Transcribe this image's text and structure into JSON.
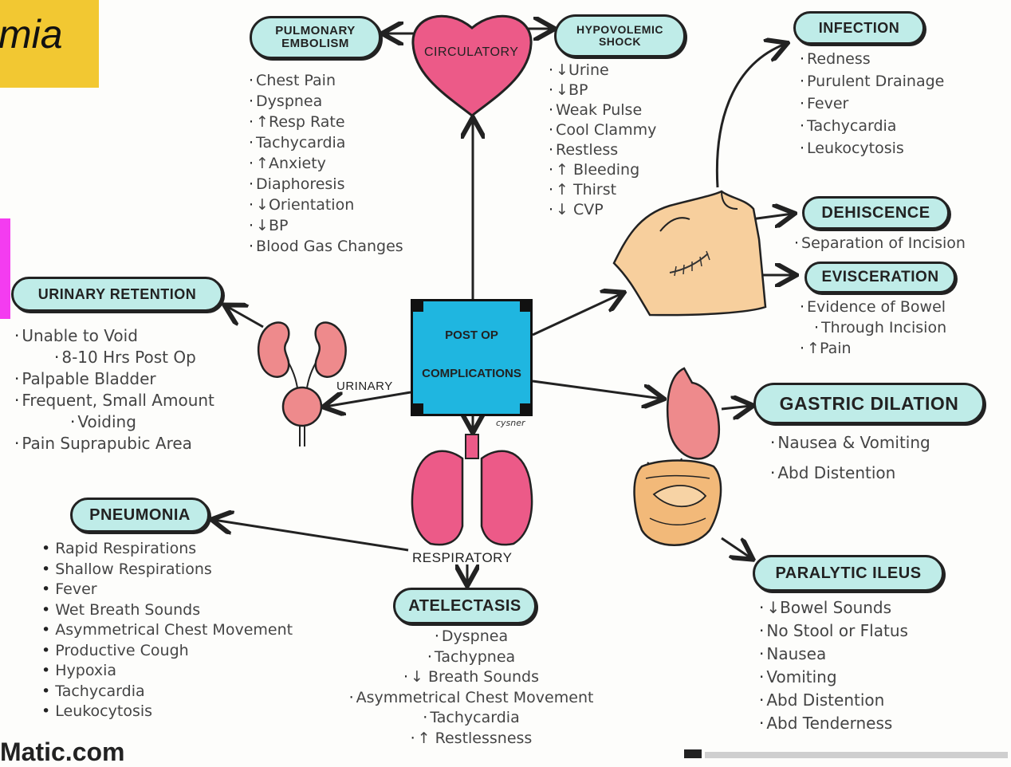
{
  "corner_title": "mia",
  "center": {
    "line1": "POST OP",
    "line2": "COMPLICATIONS",
    "signature": "cysner"
  },
  "circulatory": {
    "label": "CIRCULATORY",
    "pulmonary_embolism": {
      "title_line1": "PULMONARY",
      "title_line2": "EMBOLISM",
      "signs": [
        "Chest Pain",
        "Dyspnea",
        "↑Resp Rate",
        "Tachycardia",
        "↑Anxiety",
        "Diaphoresis",
        "↓Orientation",
        "↓BP",
        "Blood Gas Changes"
      ]
    },
    "hypovolemic_shock": {
      "title_line1": "HYPOVOLEMIC",
      "title_line2": "SHOCK",
      "signs": [
        "↓Urine",
        "↓BP",
        "Weak Pulse",
        "Cool Clammy",
        "Restless",
        "↑ Bleeding",
        "↑ Thirst",
        "↓ CVP"
      ]
    }
  },
  "infection": {
    "title": "INFECTION",
    "signs": [
      "Redness",
      "Purulent Drainage",
      "Fever",
      "Tachycardia",
      "Leukocytosis"
    ]
  },
  "dehiscence": {
    "title": "DEHISCENCE",
    "signs": [
      "Separation of Incision"
    ]
  },
  "evisceration": {
    "title": "EVISCERATION",
    "signs": [
      "Evidence of Bowel",
      "Through Incision",
      "↑Pain"
    ]
  },
  "urinary": {
    "label": "URINARY",
    "title": "URINARY RETENTION",
    "signs": [
      "Unable to Void",
      "8-10 Hrs Post Op",
      "Palpable Bladder",
      "Frequent, Small Amount",
      "Voiding",
      "Pain Suprapubic Area"
    ]
  },
  "gastric_dilation": {
    "title": "GASTRIC DILATION",
    "signs": [
      "Nausea & Vomiting",
      "Abd Distention"
    ]
  },
  "paralytic_ileus": {
    "title": "PARALYTIC ILEUS",
    "signs": [
      "↓Bowel Sounds",
      "No Stool or Flatus",
      "Nausea",
      "Vomiting",
      "Abd Distention",
      "Abd Tenderness"
    ]
  },
  "respiratory": {
    "label": "RESPIRATORY",
    "pneumonia": {
      "title": "PNEUMONIA",
      "signs": [
        "Rapid Respirations",
        "Shallow Respirations",
        "Fever",
        "Wet Breath Sounds",
        "Asymmetrical Chest Movement",
        "Productive Cough",
        "Hypoxia",
        "Tachycardia",
        "Leukocytosis"
      ]
    },
    "atelectasis": {
      "title": "ATELECTASIS",
      "signs": [
        "Dyspnea",
        "Tachypnea",
        "↓ Breath Sounds",
        "Asymmetrical Chest Movement",
        "Tachycardia",
        "↑ Restlessness"
      ]
    }
  },
  "footer_left": "Matic.com",
  "colors": {
    "pill": "#bfece8",
    "center_box": "#1fb6e0",
    "heart": "#ec5a88",
    "skin": "#f7cf9d",
    "kidney": "#ee8a8c",
    "lungs": "#ec5a88",
    "gut": "#f2b979",
    "banner": "#f2c832",
    "magenta": "#f43cf0"
  }
}
